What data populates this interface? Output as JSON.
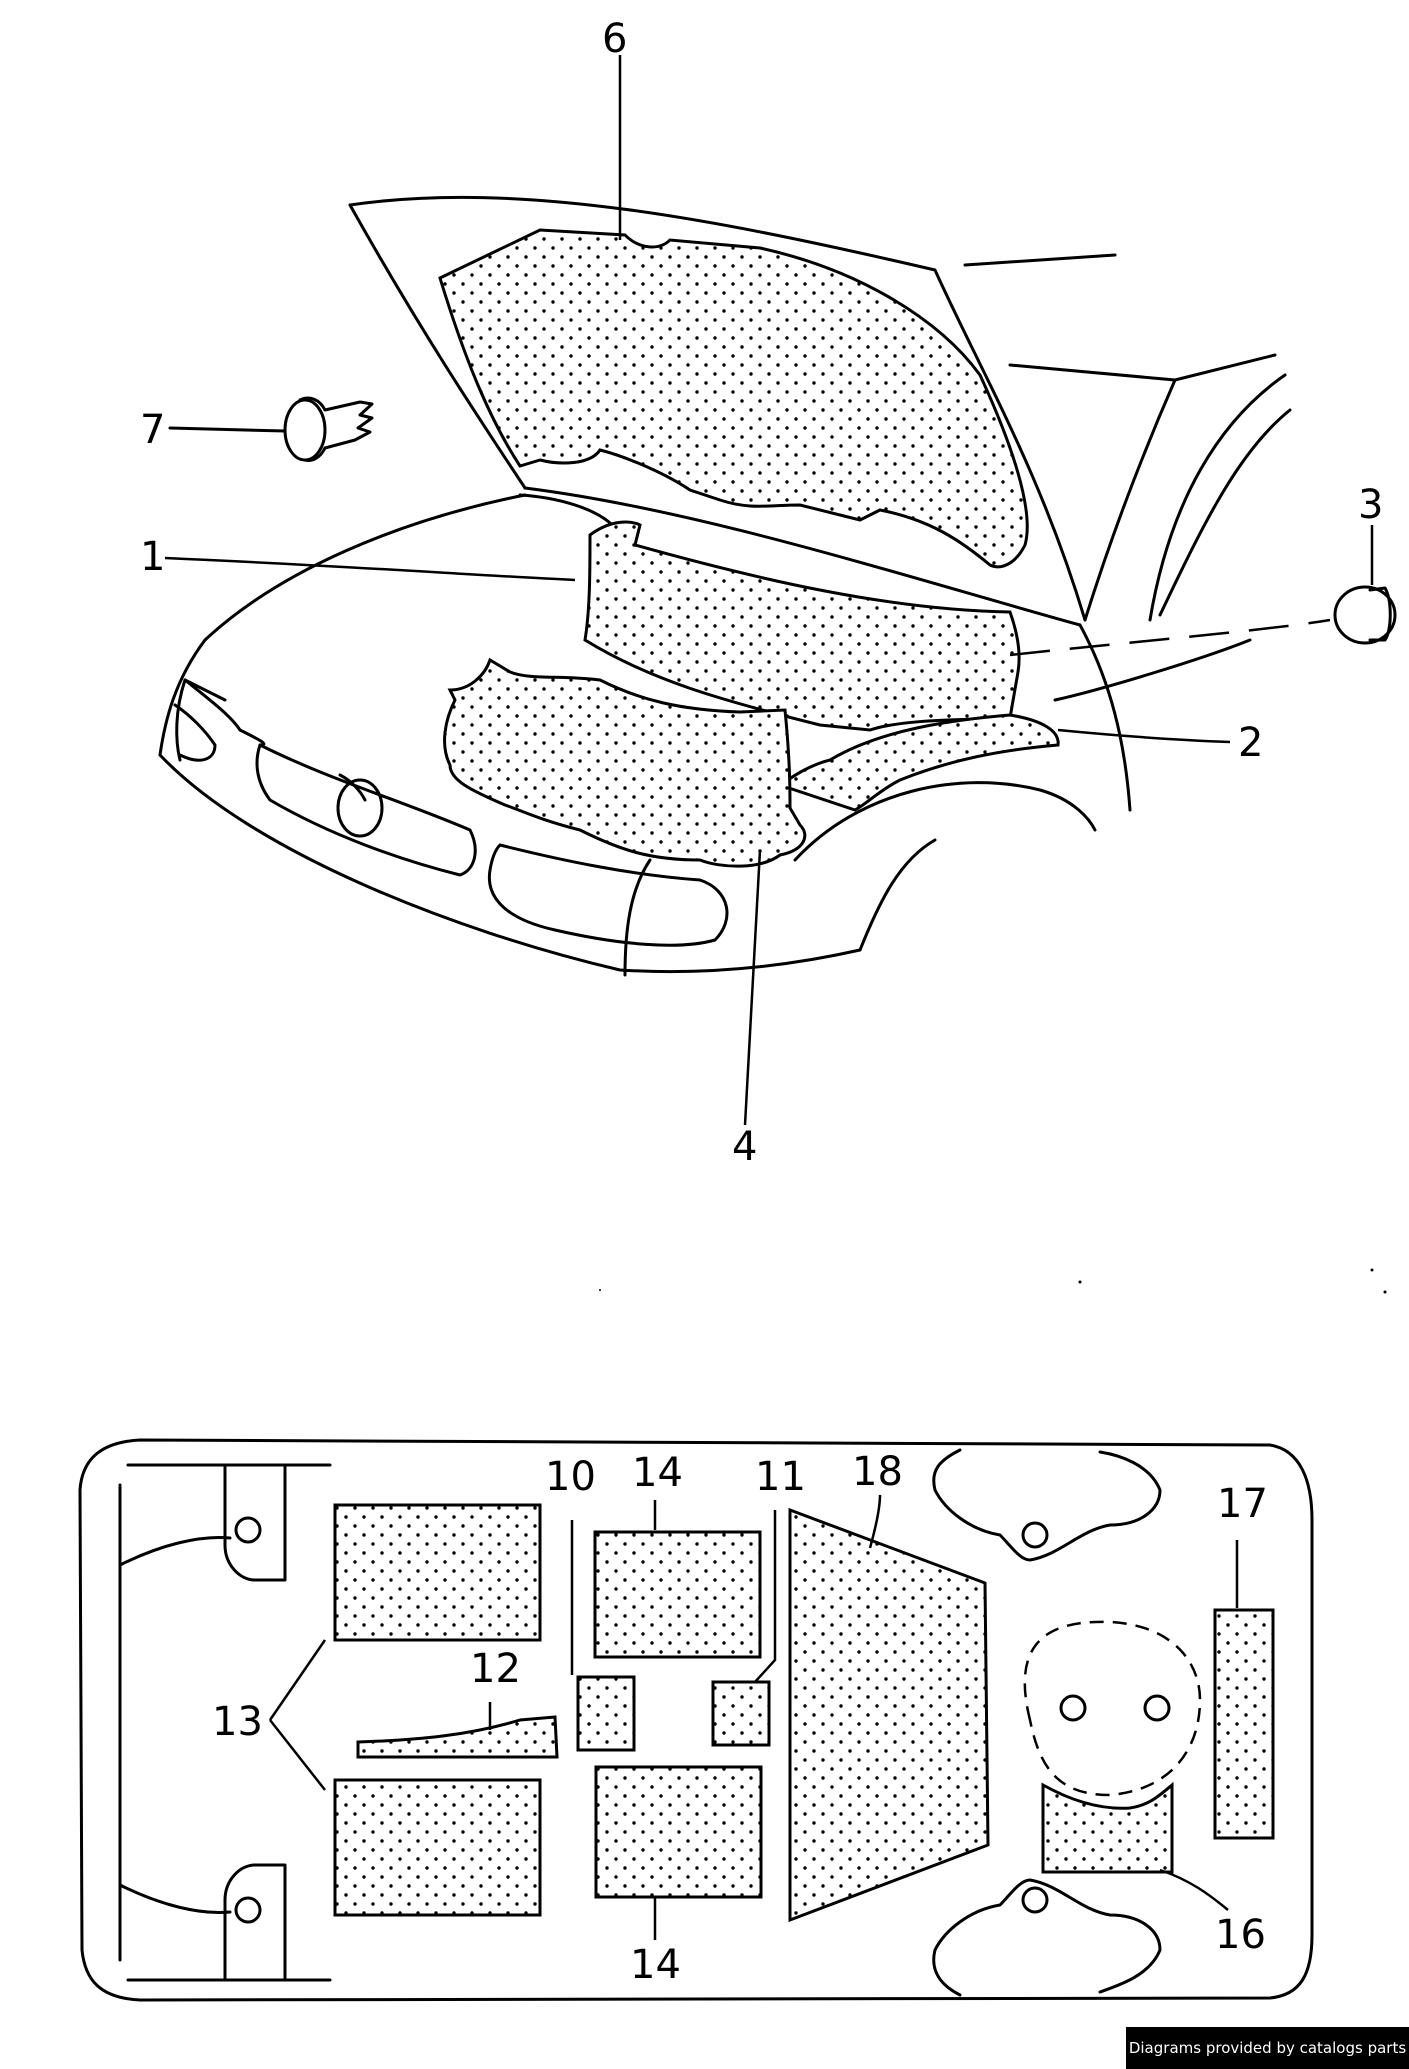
{
  "labels": {
    "p1": "1",
    "p2": "2",
    "p3": "3",
    "p4": "4",
    "p6": "6",
    "p7": "7",
    "p10": "10",
    "p11": "11",
    "p12": "12",
    "p13": "13",
    "p14a": "14",
    "p14b": "14",
    "p16": "16",
    "p17": "17",
    "p18": "18"
  },
  "credit": "Diagrams provided by catalogs parts"
}
